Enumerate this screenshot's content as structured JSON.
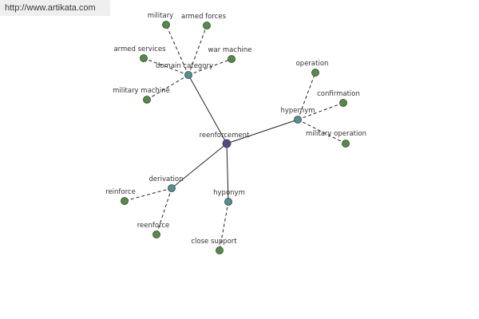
{
  "site": {
    "url": "http://www.artikata.com"
  },
  "colors": {
    "root": "#4b4b93",
    "relation": "#4d9393",
    "leaf": "#4f8f43"
  },
  "diagram": {
    "root": "reenforcement",
    "relations": [
      {
        "name": "domain category",
        "leaves": [
          "military",
          "armed forces",
          "armed services",
          "war machine",
          "military machine"
        ]
      },
      {
        "name": "hypernym",
        "leaves": [
          "operation",
          "confirmation",
          "military operation"
        ]
      },
      {
        "name": "derivation",
        "leaves": [
          "reinforce",
          "reenforce"
        ]
      },
      {
        "name": "hyponym",
        "leaves": [
          "close support"
        ]
      }
    ]
  }
}
